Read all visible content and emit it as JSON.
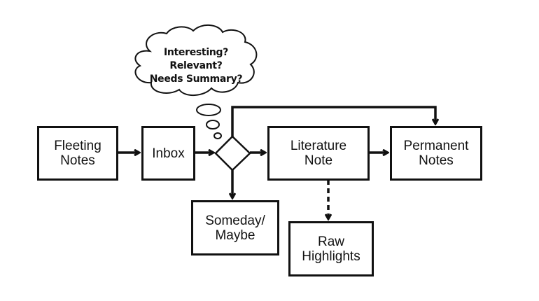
{
  "diagram": {
    "nodes": {
      "fleeting_notes": {
        "line1": "Fleeting",
        "line2": "Notes"
      },
      "inbox": {
        "line1": "Inbox"
      },
      "decision": {
        "shape": "diamond"
      },
      "literature_note": {
        "line1": "Literature",
        "line2": "Note"
      },
      "permanent_notes": {
        "line1": "Permanent",
        "line2": "Notes"
      },
      "someday_maybe": {
        "line1": "Someday/",
        "line2": "Maybe"
      },
      "raw_highlights": {
        "line1": "Raw",
        "line2": "Highlights"
      }
    },
    "thought_bubble": {
      "line1": "Interesting?",
      "line2": "Relevant?",
      "line3": "Needs Summary?"
    },
    "edges": [
      {
        "from": "Fleeting Notes",
        "to": "Inbox",
        "style": "solid"
      },
      {
        "from": "Inbox",
        "to": "Decision",
        "style": "solid"
      },
      {
        "from": "Decision",
        "to": "Literature Note",
        "style": "solid"
      },
      {
        "from": "Decision",
        "to": "Permanent Notes",
        "style": "solid"
      },
      {
        "from": "Decision",
        "to": "Someday/Maybe",
        "style": "solid"
      },
      {
        "from": "Literature Note",
        "to": "Permanent Notes",
        "style": "solid"
      },
      {
        "from": "Literature Note",
        "to": "Raw Highlights",
        "style": "dashed"
      }
    ],
    "colors": {
      "stroke": "#111111",
      "background": "#ffffff"
    }
  }
}
